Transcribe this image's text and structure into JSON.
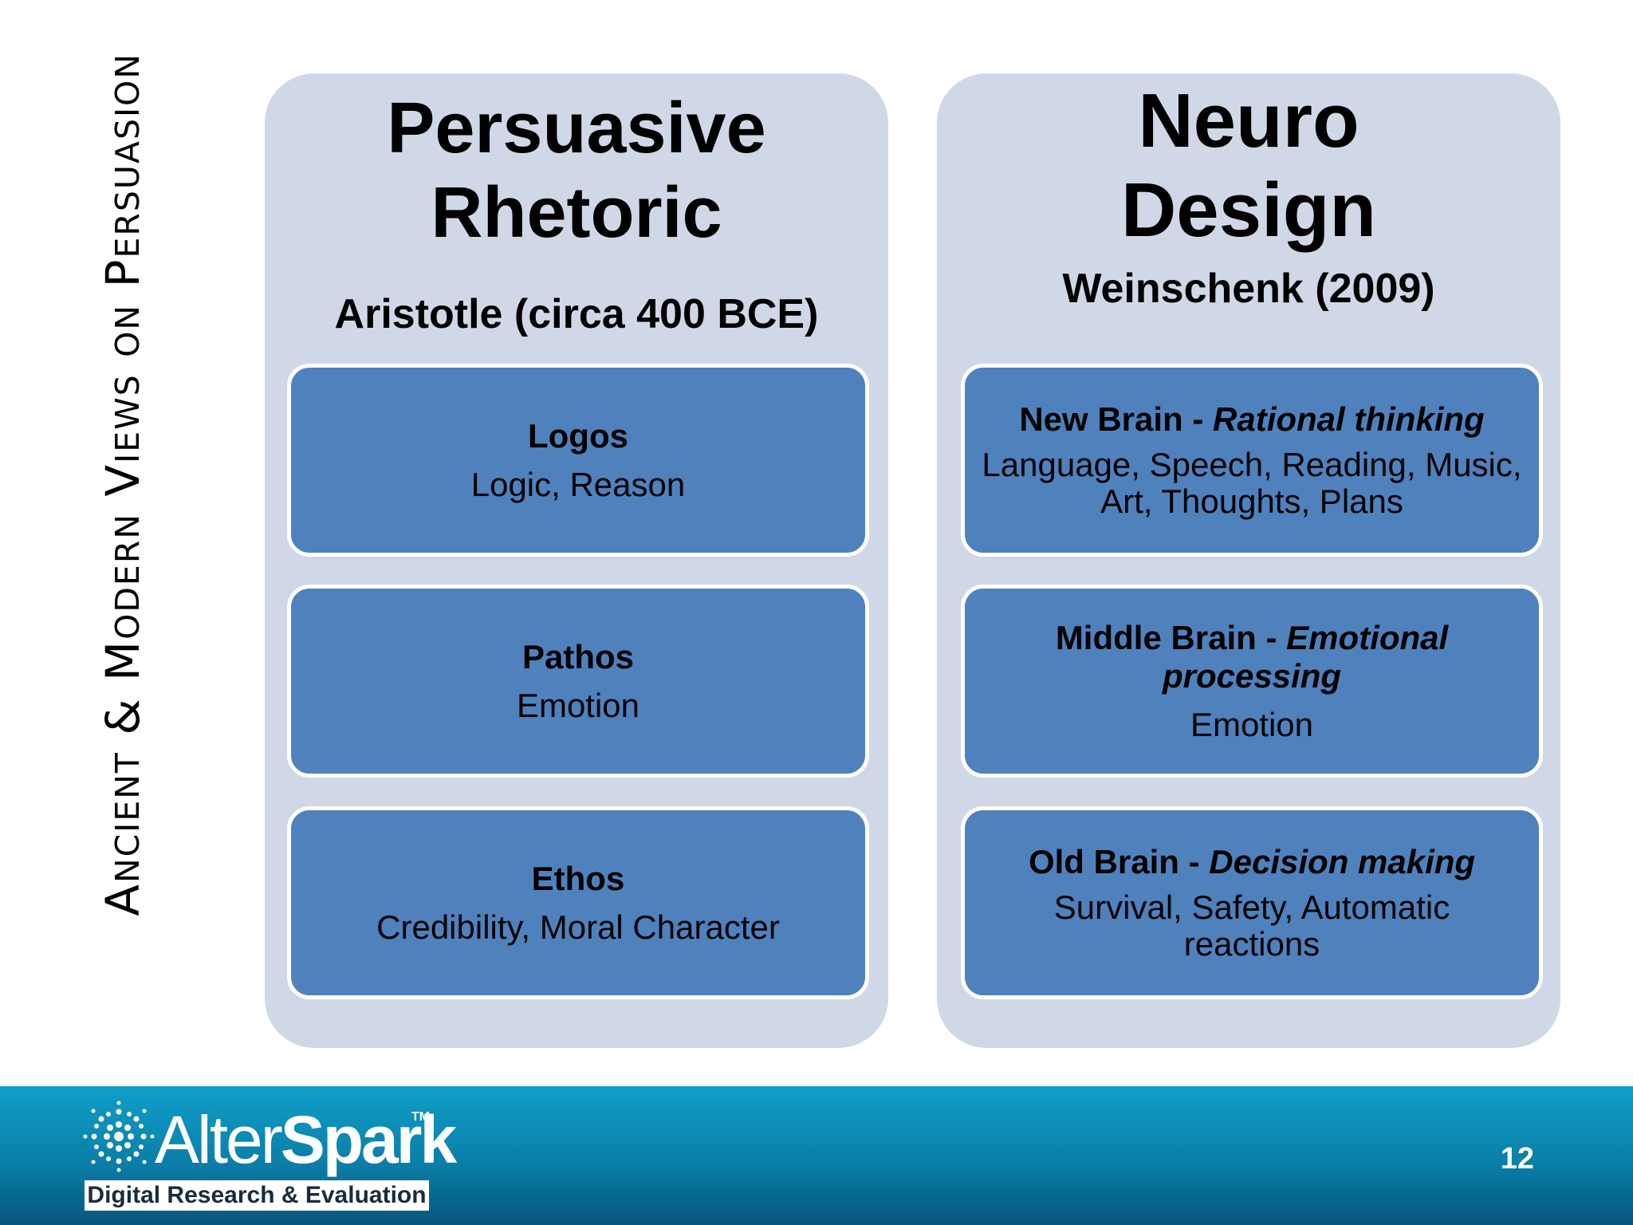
{
  "slide": {
    "side_title": "Ancient & Modern Views on Persuasion",
    "page_number": "12"
  },
  "left": {
    "title_line1": "Persuasive",
    "title_line2": "Rhetoric",
    "subtitle": "Aristotle (circa 400 BCE)",
    "boxes": [
      {
        "title": "Logos",
        "body": "Logic, Reason"
      },
      {
        "title": "Pathos",
        "body": "Emotion"
      },
      {
        "title": "Ethos",
        "body": "Credibility, Moral Character"
      }
    ]
  },
  "right": {
    "title_line1": "Neuro",
    "title_line2": "Design",
    "subtitle": "Weinschenk (2009)",
    "boxes": [
      {
        "title": "New Brain - ",
        "title_em": "Rational thinking",
        "body": "Language, Speech, Reading, Music, Art, Thoughts, Plans"
      },
      {
        "title": "Middle Brain - ",
        "title_em": "Emotional processing",
        "body": "Emotion"
      },
      {
        "title": "Old Brain - ",
        "title_em": "Decision making",
        "body": "Survival, Safety, Automatic reactions"
      }
    ]
  },
  "footer": {
    "logo_alter": "Alter",
    "logo_spark": "Spark",
    "logo_tm": "TM",
    "tagline": "Digital Research & Evaluation"
  },
  "colors": {
    "column_bg": "#d0d8e8",
    "box_bg": "#4f81bd",
    "footer_top": "#0f9fc8",
    "footer_bottom": "#06557c"
  }
}
